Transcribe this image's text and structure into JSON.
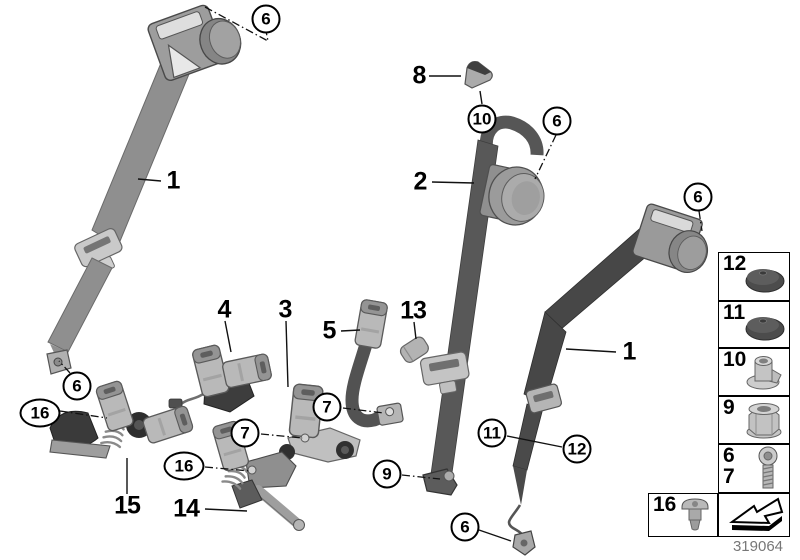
{
  "diagram_number": "319064",
  "callouts": {
    "plain": [
      {
        "id": "label-1-left",
        "text": "1"
      },
      {
        "id": "label-2",
        "text": "2"
      },
      {
        "id": "label-8",
        "text": "8"
      },
      {
        "id": "label-4",
        "text": "4"
      },
      {
        "id": "label-3",
        "text": "3"
      },
      {
        "id": "label-5",
        "text": "5"
      },
      {
        "id": "label-13",
        "text": "13"
      },
      {
        "id": "label-15",
        "text": "15"
      },
      {
        "id": "label-14",
        "text": "14"
      },
      {
        "id": "label-1-right",
        "text": "1"
      }
    ],
    "circled": [
      {
        "id": "c6-top-left",
        "text": "6"
      },
      {
        "id": "c10",
        "text": "10"
      },
      {
        "id": "c6-middle",
        "text": "6"
      },
      {
        "id": "c6-right",
        "text": "6"
      },
      {
        "id": "c16-left",
        "text": "16"
      },
      {
        "id": "c6-mid-left",
        "text": "6"
      },
      {
        "id": "c7-left",
        "text": "7"
      },
      {
        "id": "c16-mid",
        "text": "16"
      },
      {
        "id": "c7-right",
        "text": "7"
      },
      {
        "id": "c9",
        "text": "9"
      },
      {
        "id": "c11",
        "text": "11"
      },
      {
        "id": "c12",
        "text": "12"
      },
      {
        "id": "c6-bottom",
        "text": "6"
      }
    ]
  },
  "legend": {
    "rows": [
      {
        "num": "12",
        "icon": "dome-grommet-icon"
      },
      {
        "num": "11",
        "icon": "dome-grommet-icon"
      },
      {
        "num": "10",
        "icon": "spacer-bush-icon"
      },
      {
        "num": "9",
        "icon": "hex-collar-nut-icon"
      },
      {
        "num": "6",
        "num2": "7",
        "icon": "torx-bolt-icon"
      },
      {
        "num": "16",
        "icon": "expansion-rivet-icon"
      }
    ],
    "arrow_icon": "viewing-direction-arrow-icon"
  }
}
